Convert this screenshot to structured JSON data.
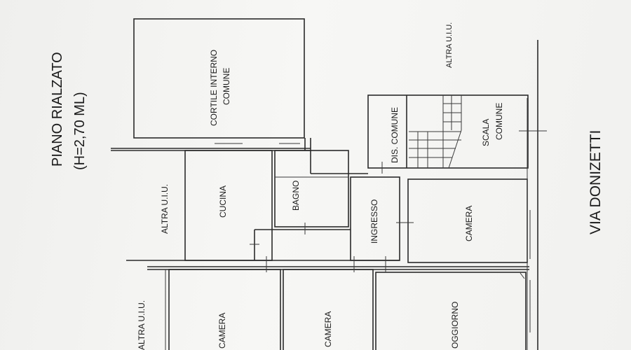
{
  "plan": {
    "floor_title": "PIANO RIALZATO",
    "floor_height": "(H=2,70 ML)",
    "street": "VIA DONIZETTI",
    "rooms": {
      "cortile": "CORTILE INTERNO",
      "cortile_2": "COMUNE",
      "altra_top": "ALTRA U.I.U.",
      "dis_comune": "DIS. COMUNE",
      "scala": "SCALA",
      "scala_2": "COMUNE",
      "cucina": "CUCINA",
      "bagno": "BAGNO",
      "ingresso": "INGRESSO",
      "camera_right": "CAMERA",
      "altra_left": "ALTRA U.I.U.",
      "altra_bottom": "ALTRA U.I.U.",
      "camera_1": "CAMERA",
      "camera_2": "CAMERA",
      "soggiorno": "OGGIORNO"
    }
  }
}
